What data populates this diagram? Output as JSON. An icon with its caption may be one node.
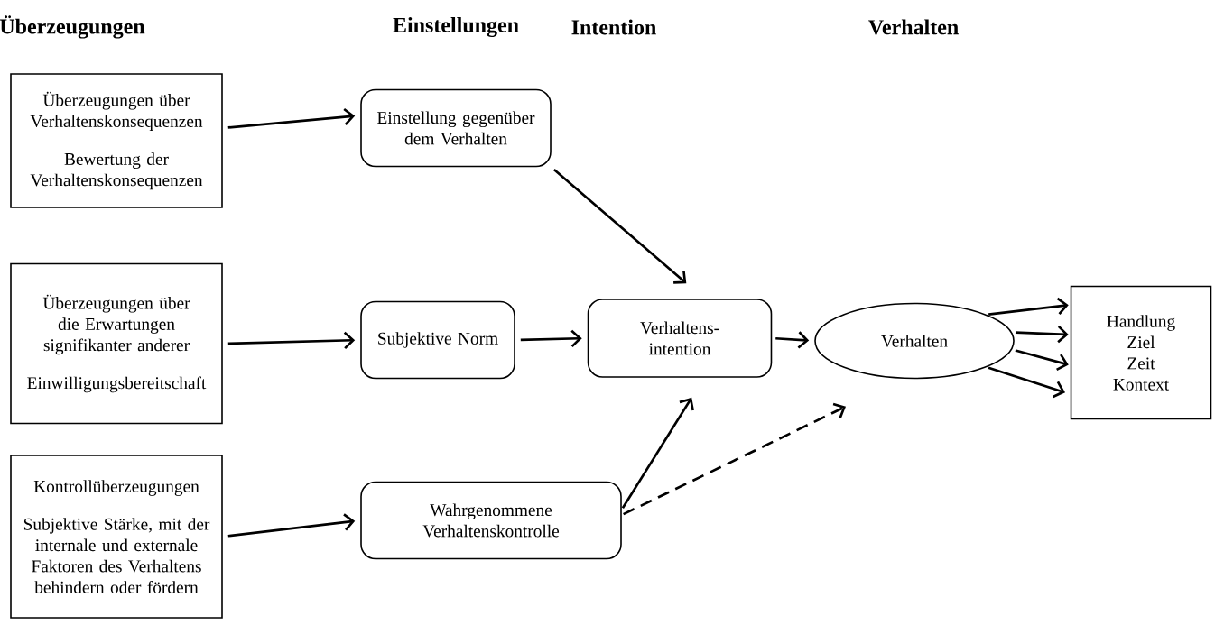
{
  "diagram": {
    "nodes": [
      {
        "text": [
          "Überzeugungen über Verhaltenskonsequenzen",
          "Bewertung der Verhaltenskonsequenzen"
        ]
      },
      {
        "text": [
          "Überzeugungen über die Erwartungen signifikanter anderer",
          "Einwilligungsbereitschaft"
        ]
      },
      {
        "text": [
          "Kontrollüberzeugungen",
          "Subjektive Stärke, mit der internale und externale Faktoren des Verhaltens behindern oder fördern"
        ]
      },
      {
        "text": [
          "Einstellung gegenüber dem Verhalten"
        ]
      },
      {
        "text": [
          "Subjektive Norm"
        ]
      },
      {
        "text": [
          "Wahrgenommene Verhaltenskontrolle"
        ]
      },
      {
        "text": [
          "Verhaltens- intention"
        ]
      },
      {
        "text": [
          "Verhalten"
        ]
      },
      {
        "text": [
          "Handlung",
          "Ziel",
          "Zeit",
          "Kontext"
        ]
      }
    ],
    "edges": [
      {
        "from": 0,
        "to": 3,
        "arrow": "to"
      },
      {
        "from": 1,
        "to": 4,
        "arrow": "to"
      },
      {
        "from": 2,
        "to": 5,
        "arrow": "to"
      },
      {
        "from": 3,
        "to": 6,
        "arrow": "to"
      },
      {
        "from": 4,
        "to": 6,
        "arrow": "to"
      },
      {
        "from": 5,
        "to": 6,
        "arrow": "to"
      },
      {
        "from": 6,
        "to": 7,
        "arrow": "to"
      },
      {
        "from": 5,
        "to": 7,
        "arrow": "to",
        "style": "dashed"
      },
      {
        "from": 7,
        "to": 8,
        "arrow": "to"
      },
      {
        "from": 7,
        "to": 8,
        "arrow": "to"
      },
      {
        "from": 7,
        "to": 8,
        "arrow": "to"
      },
      {
        "from": 7,
        "to": 8,
        "arrow": "to"
      }
    ],
    "labels": [
      "Überzeugungen",
      "Einstellungen",
      "Intention",
      "Verhalten"
    ]
  }
}
